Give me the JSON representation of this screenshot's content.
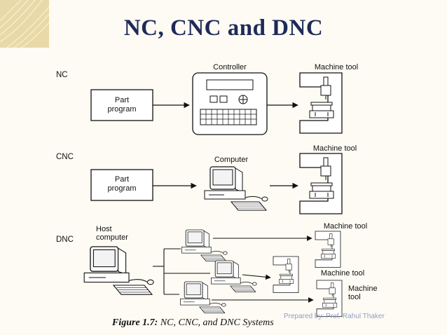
{
  "slide": {
    "title": "NC, CNC and DNC",
    "footer": "Prepared by: Prof. Rahul Thaker"
  },
  "caption": {
    "figure": "Figure 1.7:",
    "text": "NC, CNC, and DNC Systems"
  },
  "nc": {
    "row_label": "NC",
    "part_program_1": "Part",
    "part_program_2": "program",
    "controller": "Controller",
    "machine_tool": "Machine tool"
  },
  "cnc": {
    "row_label": "CNC",
    "part_program_1": "Part",
    "part_program_2": "program",
    "computer": "Computer",
    "machine_tool": "Machine tool"
  },
  "dnc": {
    "row_label": "DNC",
    "host_1": "Host",
    "host_2": "computer",
    "machine_tool_a": "Machine tool",
    "machine_tool_b": "Machine tool",
    "machine_tool_c1": "Machine",
    "machine_tool_c2": "tool"
  },
  "colors": {
    "title": "#1f2a5a",
    "footer": "#8fa0c8",
    "background": "#fdfbf3"
  }
}
